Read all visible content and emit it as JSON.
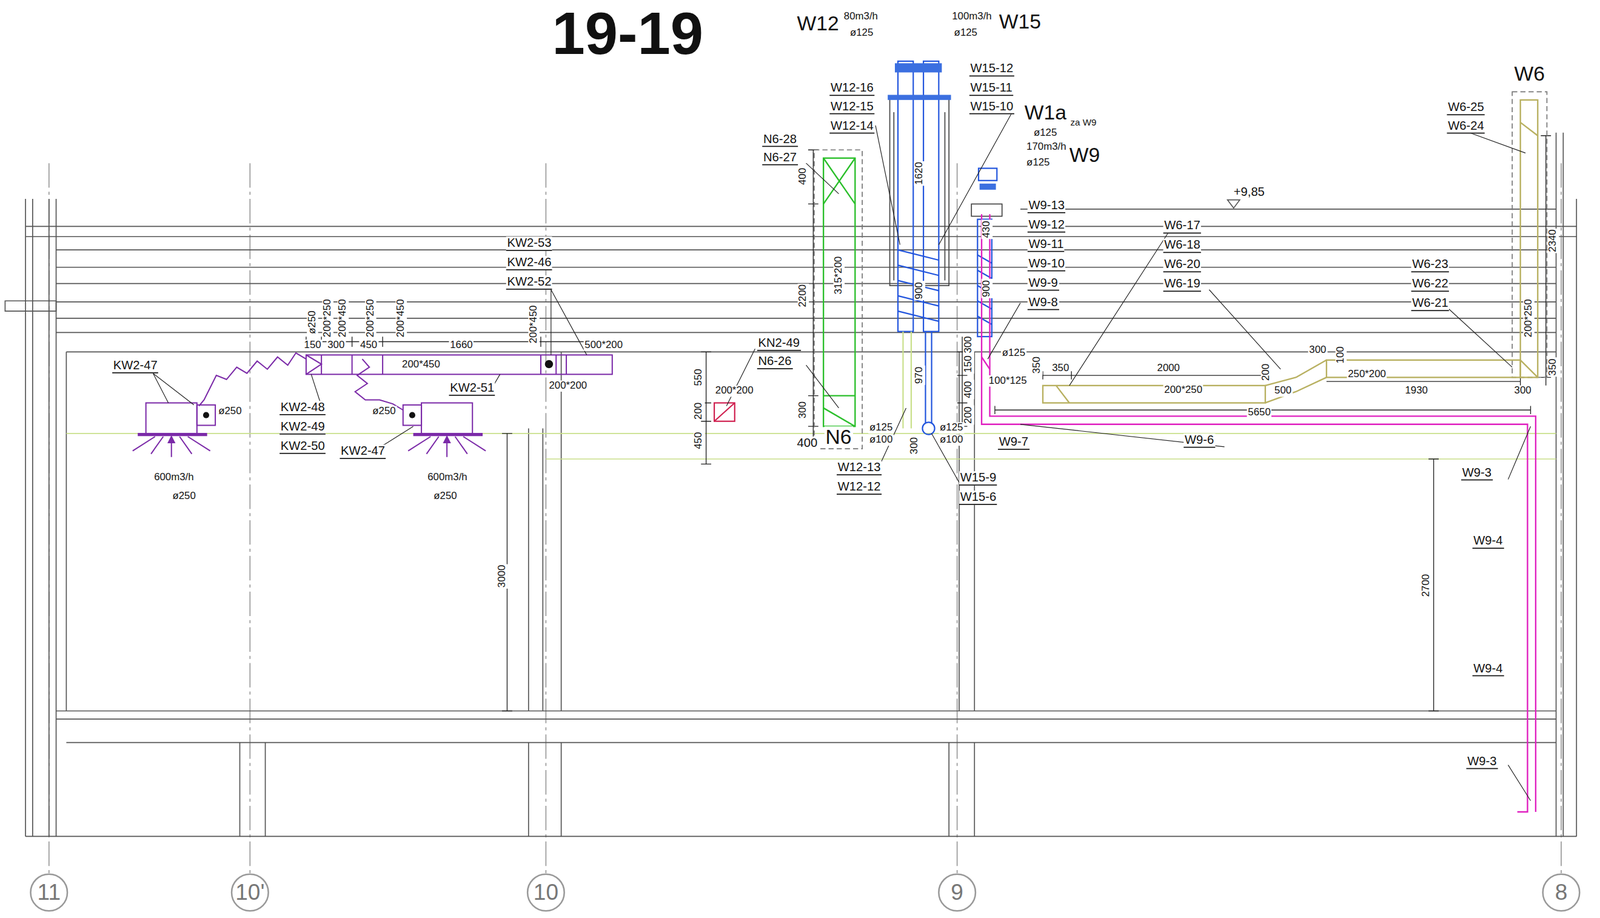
{
  "diagram": {
    "title": "19-19",
    "labels": [
      "W12",
      "80m3/h",
      "ø125",
      "100m3/h",
      "ø125",
      "W15",
      "W15-12",
      "W12-16",
      "W15-11",
      "W12-15",
      "W15-10",
      "W12-14",
      "W1a",
      "za W9",
      "ø125",
      "170m3/h",
      "W9",
      "ø125",
      "W9-13",
      "W9-12",
      "W9-11",
      "W9-10",
      "W9-9",
      "W9-8",
      "+9,85",
      "W6",
      "W6-25",
      "W6-24",
      "W6-17",
      "W6-18",
      "W6-20",
      "W6-19",
      "W6-23",
      "W6-22",
      "W6-21",
      "2340",
      "200*250",
      "350",
      "N6-28",
      "N6-27",
      "400",
      "2200",
      "315*200",
      "300",
      "400",
      "N6",
      "KN2-49",
      "N6-26",
      "550",
      "200",
      "450",
      "200*200",
      "1620",
      "900",
      "970",
      "900",
      "430",
      "300",
      "150",
      "400",
      "200",
      "300",
      "ø125",
      "ø100",
      "ø125",
      "ø100",
      "W12-13",
      "W12-12",
      "W15-9",
      "W15-6",
      "ø125",
      "100*125",
      "W9-7",
      "W9-6",
      "350",
      "350",
      "2000",
      "200*250",
      "200",
      "500",
      "300",
      "100",
      "250*200",
      "1930",
      "300",
      "5650",
      "W9-3",
      "W9-4",
      "2700",
      "W9-4",
      "W9-3",
      "KW2-53",
      "KW2-46",
      "KW2-52",
      "200*450",
      "500*200",
      "200*200",
      "1660",
      "ø250",
      "200*250",
      "200*450",
      "200*250",
      "200*450",
      "150",
      "300",
      "450",
      "200*450",
      "KW2-51",
      "KW2-47",
      "ø250",
      "ø250",
      "KW2-48",
      "KW2-49",
      "KW2-50",
      "KW2-47",
      "600m3/h",
      "ø250",
      "600m3/h",
      "ø250",
      "3000",
      "11",
      "10'",
      "10",
      "9",
      "8"
    ]
  }
}
